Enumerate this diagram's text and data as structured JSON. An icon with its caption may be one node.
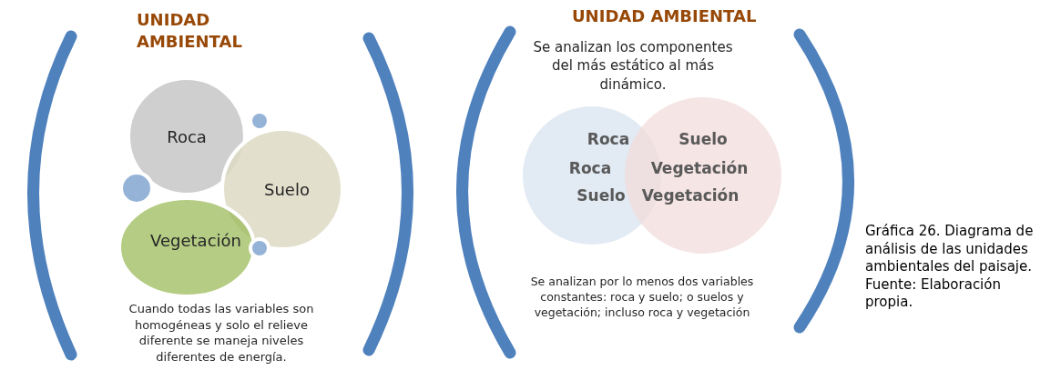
{
  "diagram": {
    "caption": "Gráfica 26. Diagrama de análisis de las unidades ambientales del paisaje. Fuente: Elaboración propia.",
    "nodes": [
      {
        "text": [
          "Roca"
        ]
      },
      {
        "text": [],
        "shape": "circle"
      },
      {
        "text": [
          "Suelo"
        ]
      },
      {
        "text": [],
        "shape": "circle"
      },
      {
        "text": [
          "Vegetación"
        ]
      },
      {
        "text": [],
        "shape": "circle"
      },
      {
        "text": [
          "Roca",
          "Roca",
          "Suelo"
        ]
      },
      {
        "text": [
          "Suelo",
          "Vegetación",
          "Vegetación"
        ]
      }
    ],
    "edges": [],
    "labels": [
      "UNIDAD AMBIENTAL",
      "UNIDAD AMBIENTAL",
      "Se analizan los componentes del más estático al más dinámico.",
      "Cuando todas las variables son homogéneas y solo el relieve diferente se maneja niveles diferentes de energía.",
      "Se analizan por lo menos dos variables constantes: roca y suelo; o suelos y vegetación; incluso roca y vegetación"
    ]
  }
}
